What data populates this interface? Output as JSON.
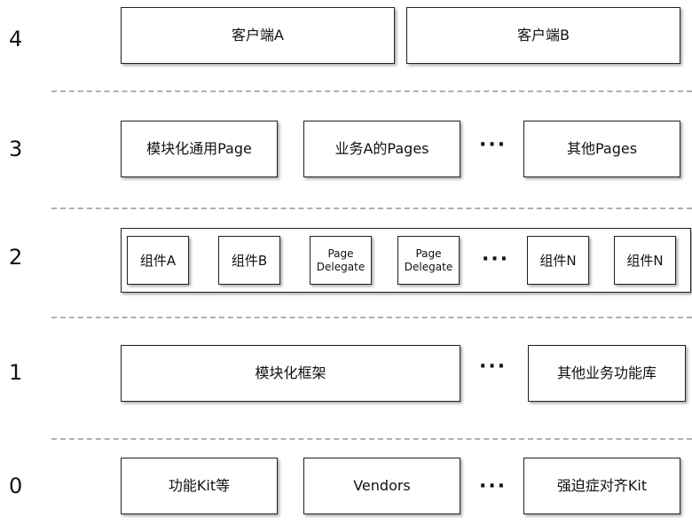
{
  "layers": [
    {
      "number": "4",
      "boxes": [
        "客户端A",
        "客户端B"
      ]
    },
    {
      "number": "3",
      "boxes": [
        "模块化通用Page",
        "业务A的Pages",
        "其他Pages"
      ],
      "ellipsis": "···"
    },
    {
      "number": "2",
      "boxes": [
        "组件A",
        "组件B",
        "Page\nDelegate",
        "Page\nDelegate",
        "组件N",
        "组件N"
      ],
      "ellipsis": "···"
    },
    {
      "number": "1",
      "boxes": [
        "模块化框架",
        "其他业务功能库"
      ],
      "ellipsis": "···"
    },
    {
      "number": "0",
      "boxes": [
        "功能Kit等",
        "Vendors",
        "强迫症对齐Kit"
      ],
      "ellipsis": "···"
    }
  ]
}
